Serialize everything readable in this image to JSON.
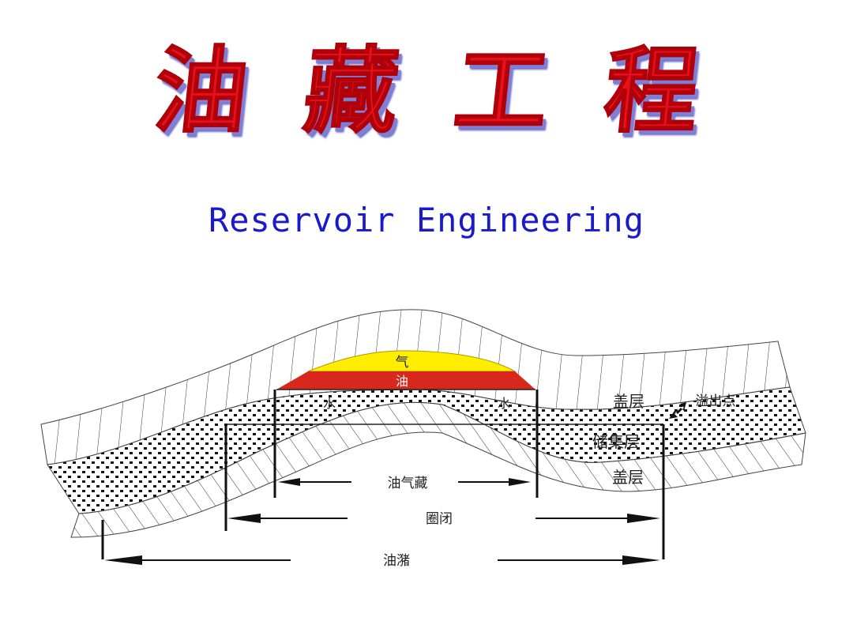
{
  "title": {
    "chars": [
      "油",
      "藏",
      "工",
      "程"
    ]
  },
  "subtitle": "Reservoir Engineering",
  "diagram": {
    "labels": {
      "gas": "气",
      "oil": "油",
      "water_left": "水",
      "water_right": "水",
      "caprock_top": "盖层",
      "spill_point": "溢出点",
      "reservoir_layer": "储集层",
      "caprock_bottom": "盖层",
      "oil_gas_pool": "油气藏",
      "trap": "圈闭",
      "oil_reservoir": "油潴"
    },
    "colors": {
      "gas": "#ffee00",
      "oil": "#d8281e",
      "arrow": "#111111"
    }
  }
}
